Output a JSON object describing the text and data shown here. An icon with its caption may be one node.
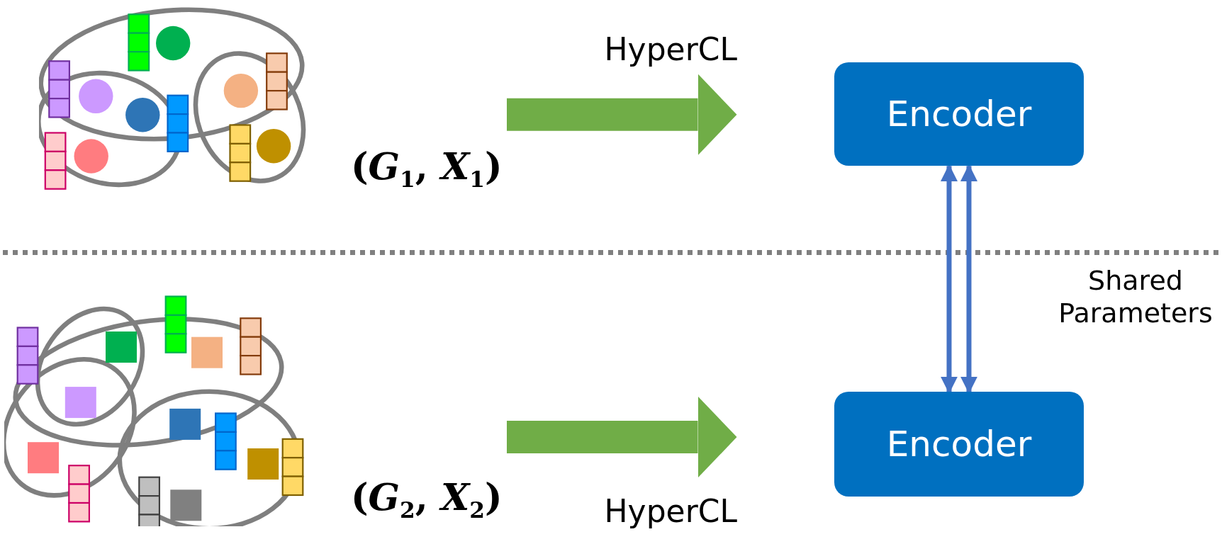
{
  "diagram": {
    "nodes": [
      {
        "text": [],
        "shape": "picture",
        "beside": [
          "(*G*$_{1}$, *X*$_{1}$)"
        ]
      },
      {
        "text": [
          "Encoder"
        ]
      },
      {
        "text": [],
        "shape": "picture",
        "beside": [
          "(*G*$_{2}$, *X*$_{2}$)"
        ]
      },
      {
        "text": [
          "Encoder"
        ]
      }
    ],
    "edges": [
      {
        "from": 0,
        "to": 1,
        "arrow": "to",
        "label": "HyperCL"
      },
      {
        "from": 2,
        "to": 3,
        "arrow": "to",
        "label": "HyperCL"
      },
      {
        "from": 1,
        "to": 3,
        "arrow": "both",
        "label": "Shared Parameters",
        "color": "#4472c4"
      }
    ]
  }
}
